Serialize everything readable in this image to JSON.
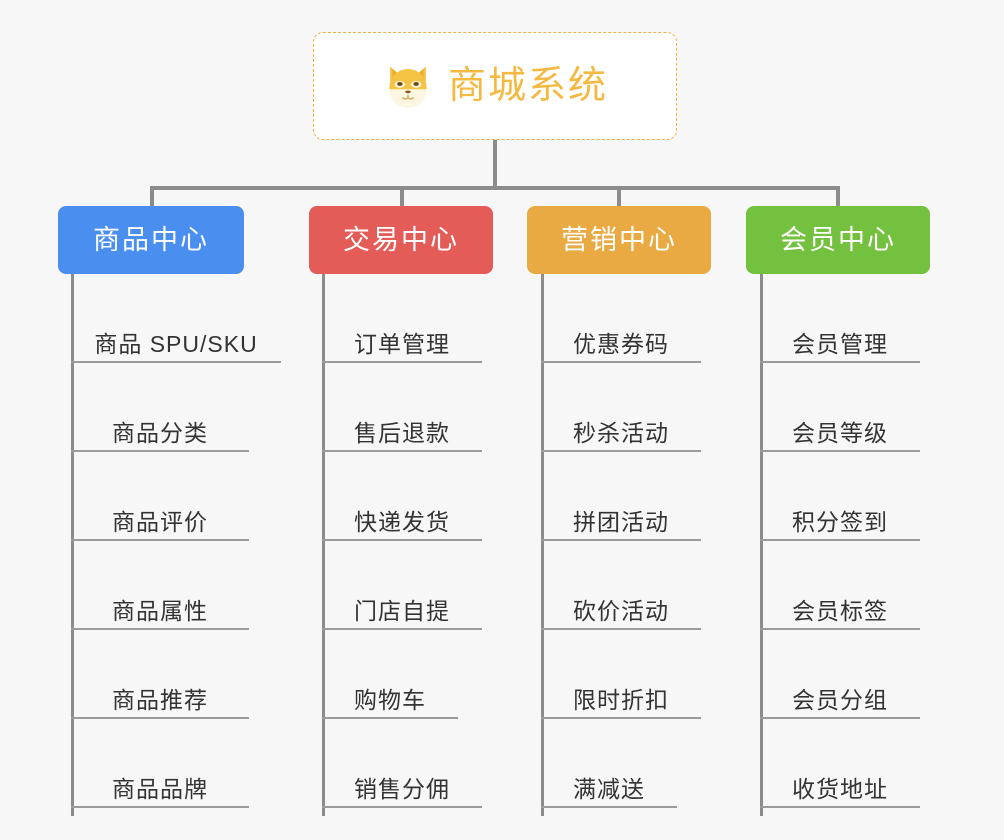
{
  "page": {
    "background_color": "#f7f7f7",
    "line_color": "#8c8c8c"
  },
  "root": {
    "title": "商城系统",
    "icon": "shiba-dog-icon",
    "text_color": "#f5b942",
    "border_color": "#f0b040",
    "background_color": "#ffffff"
  },
  "columns": [
    {
      "id": "product-center",
      "label": "商品中心",
      "color": "#4a8ef0",
      "items": [
        "商品 SPU/SKU",
        "商品分类",
        "商品评价",
        "商品属性",
        "商品推荐",
        "商品品牌"
      ]
    },
    {
      "id": "trade-center",
      "label": "交易中心",
      "color": "#e45c57",
      "items": [
        "订单管理",
        "售后退款",
        "快递发货",
        "门店自提",
        "购物车",
        "销售分佣"
      ]
    },
    {
      "id": "marketing-center",
      "label": "营销中心",
      "color": "#eaaa43",
      "items": [
        "优惠券码",
        "秒杀活动",
        "拼团活动",
        "砍价活动",
        "限时折扣",
        "满减送"
      ]
    },
    {
      "id": "member-center",
      "label": "会员中心",
      "color": "#73c13f",
      "items": [
        "会员管理",
        "会员等级",
        "积分签到",
        "会员标签",
        "会员分组",
        "收货地址"
      ]
    }
  ]
}
